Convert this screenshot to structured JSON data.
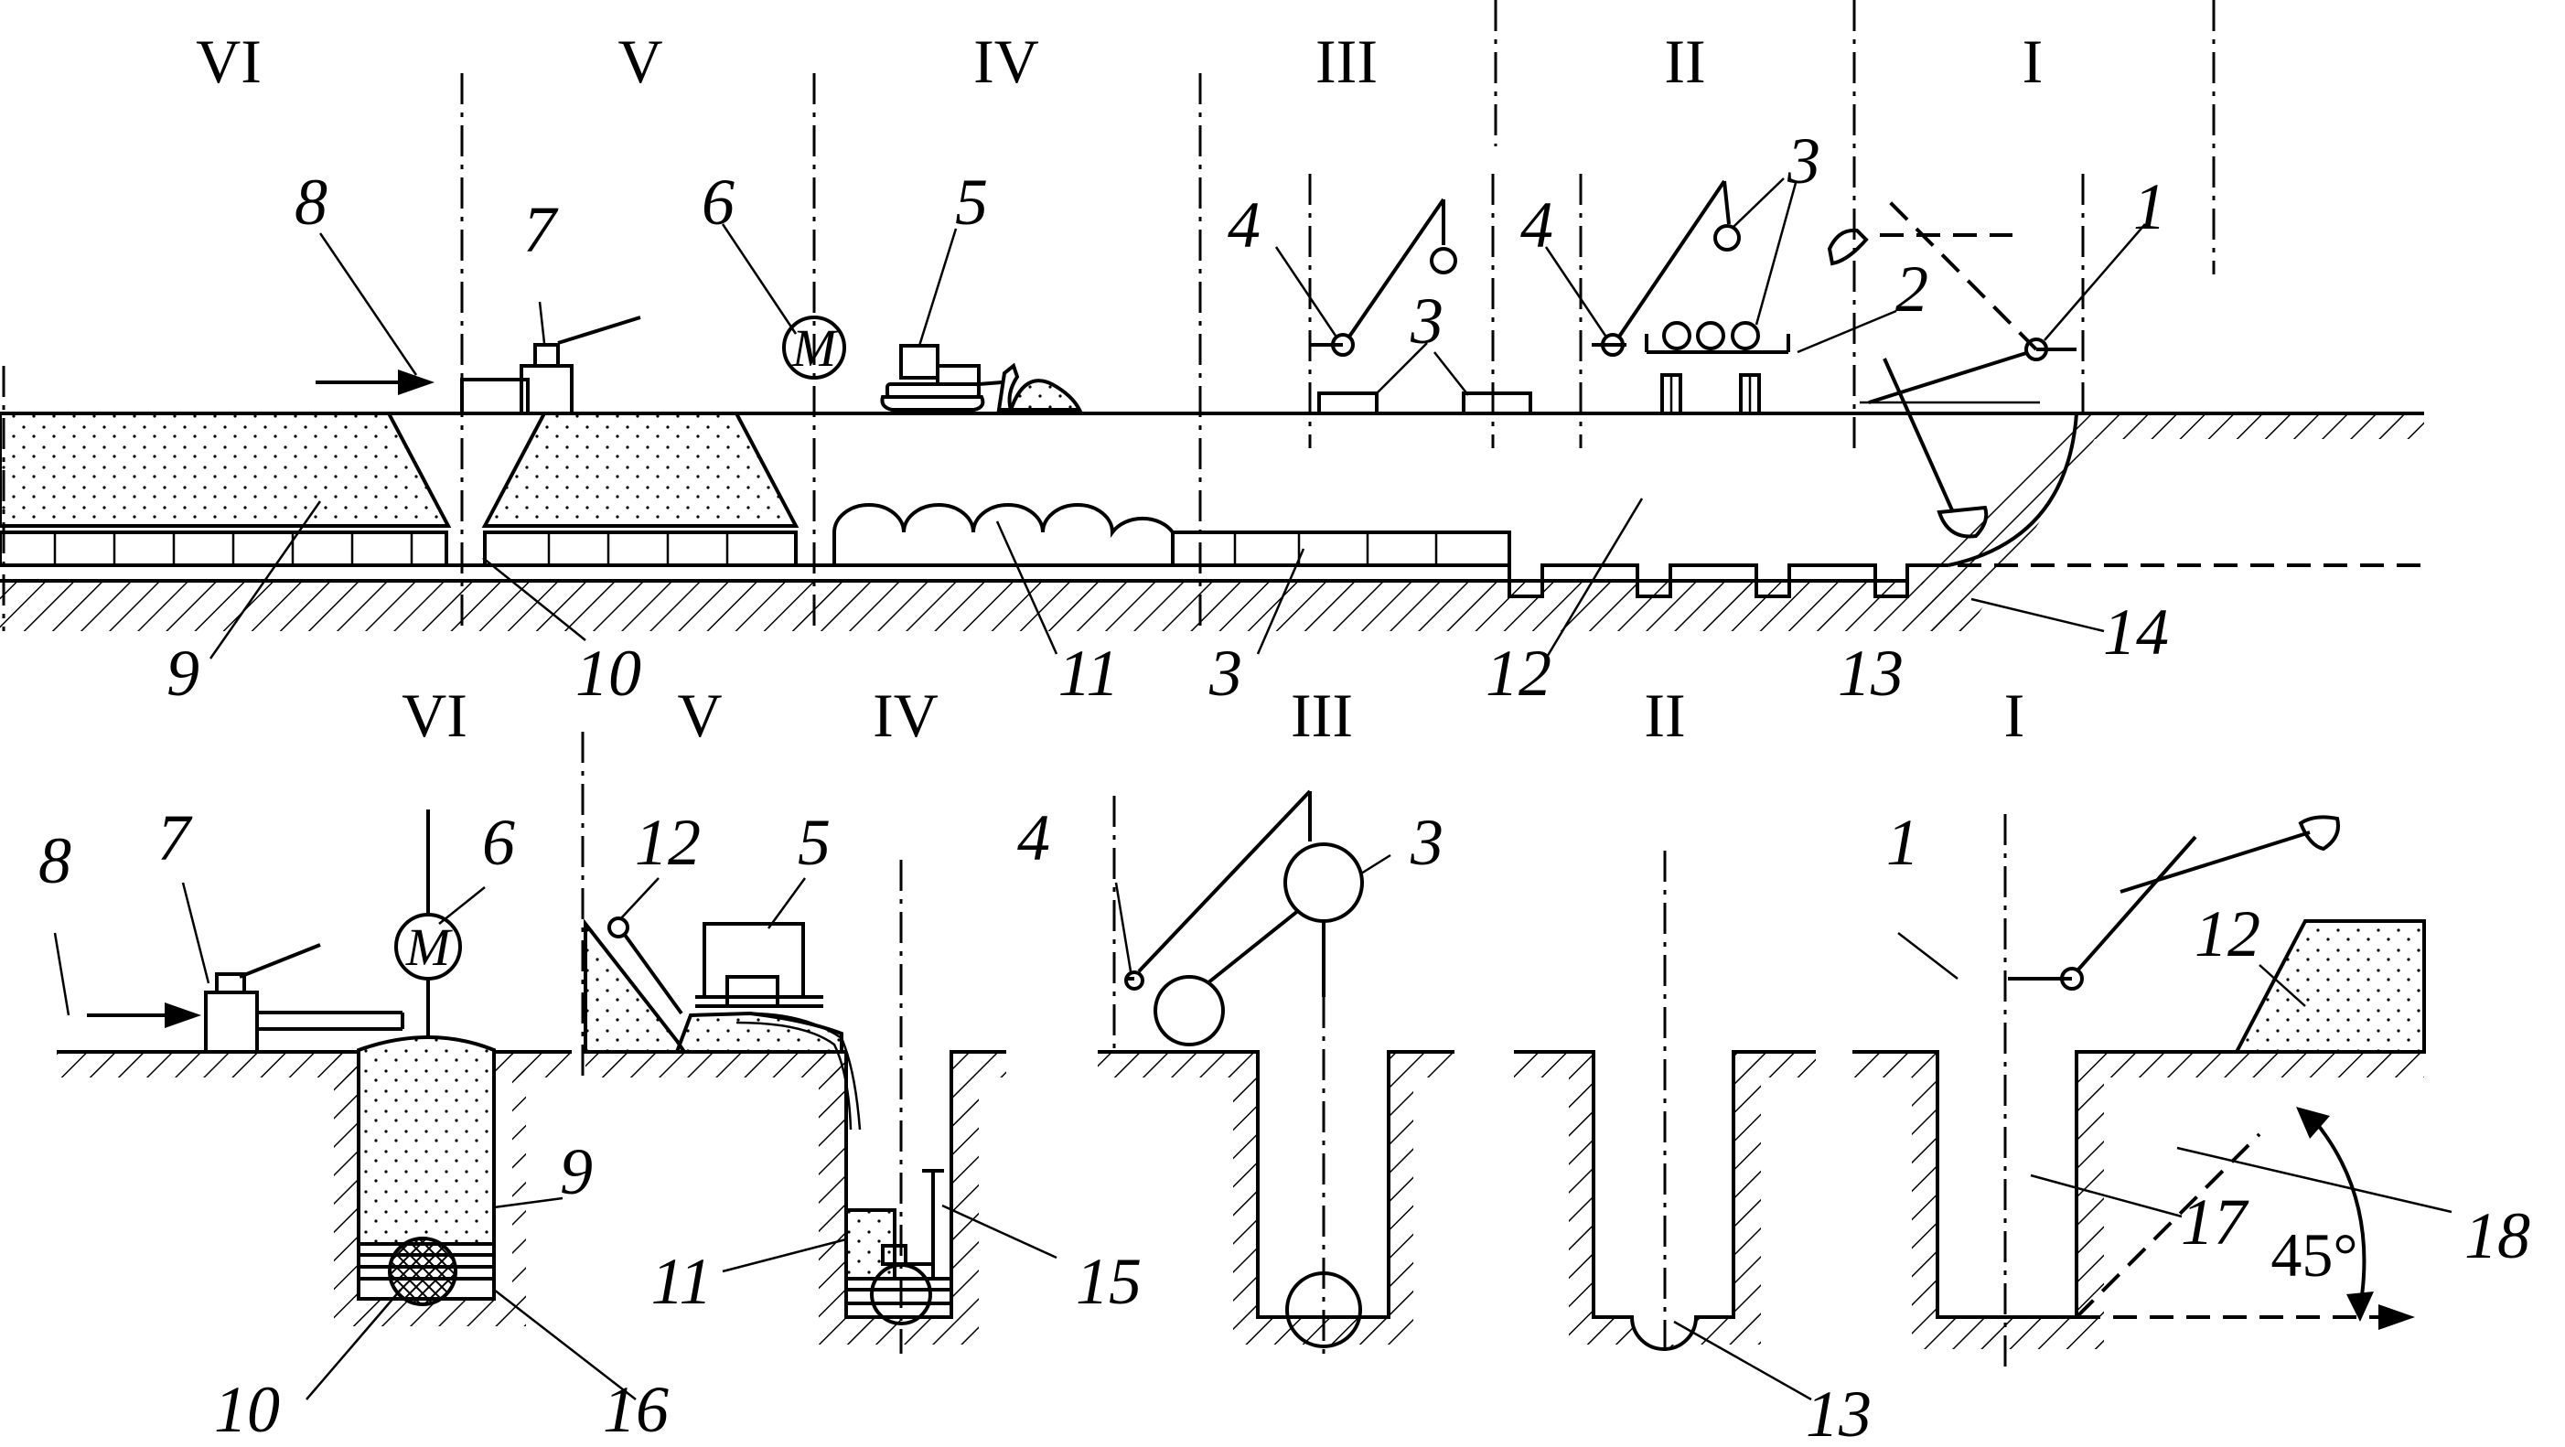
{
  "top_section": {
    "zones": [
      "VI",
      "V",
      "IV",
      "III",
      "II",
      "I"
    ],
    "labels": {
      "n1": "1",
      "n2": "2",
      "n3a": "3",
      "n3b": "3",
      "n3c": "3",
      "n4a": "4",
      "n4b": "4",
      "n5": "5",
      "n6": "6",
      "n7": "7",
      "n8": "8",
      "n9": "9",
      "n10": "10",
      "n11": "11",
      "n12": "12",
      "n13": "13",
      "n14": "14",
      "motor": "M"
    }
  },
  "bottom_section": {
    "zones": [
      "VI",
      "V",
      "IV",
      "III",
      "II",
      "I"
    ],
    "labels": {
      "n1": "1",
      "n3": "3",
      "n4": "4",
      "n5": "5",
      "n6": "6",
      "n7": "7",
      "n8": "8",
      "n9": "9",
      "n10": "10",
      "n11": "11",
      "n12a": "12",
      "n12b": "12",
      "n13": "13",
      "n15": "15",
      "n16": "16",
      "n17": "17",
      "n18": "18",
      "motor": "M",
      "angle": "45°"
    }
  }
}
